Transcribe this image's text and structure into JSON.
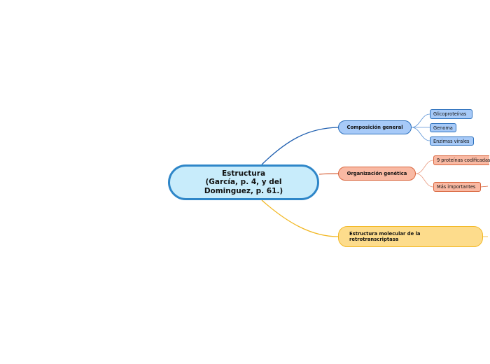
{
  "central": {
    "label": "Estructura\n(García, p. 4, y del\nDominguez, p. 61.)"
  },
  "branches": [
    {
      "label": "Composición general",
      "color": "#2a6fbc",
      "children": [
        "Glicoproteínas",
        "Genoma",
        "Enzimas virales"
      ]
    },
    {
      "label": "Organización genética",
      "color": "#d9663e",
      "children": [
        "9 proteínas codificadas",
        "Más importantes"
      ]
    },
    {
      "label": "Estructura molecular de la retrotranscriptasa",
      "color": "#f2b825",
      "children": []
    }
  ]
}
